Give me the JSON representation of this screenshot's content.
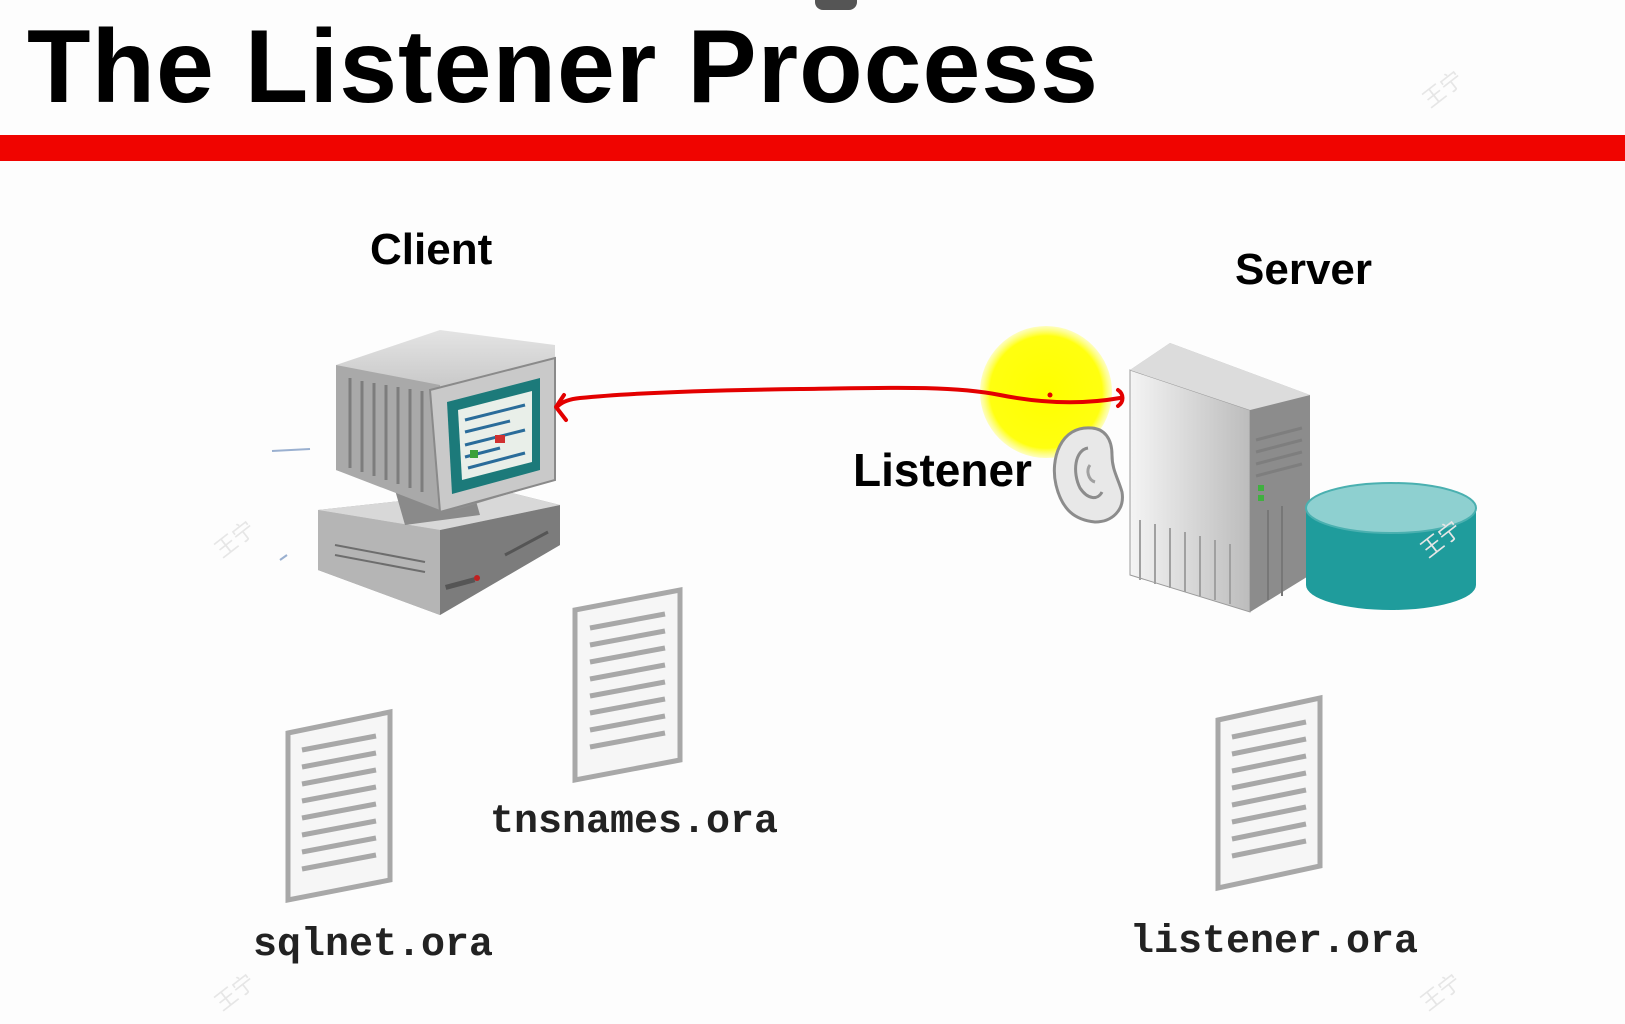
{
  "slide": {
    "title": "The Listener Process"
  },
  "labels": {
    "client": "Client",
    "server": "Server",
    "listener": "Listener"
  },
  "files": {
    "tnsnames": "tnsnames.ora",
    "sqlnet": "sqlnet.ora",
    "listener": "listener.ora"
  },
  "icons": [
    "client-computer-icon",
    "server-tower-icon",
    "database-icon",
    "ear-icon",
    "document-icon"
  ],
  "watermark": "王宁",
  "colors": {
    "title_rule": "#f00400",
    "connection_arrow": "#e30000",
    "highlight": "#ffff00",
    "database": "#1f9c9c"
  }
}
